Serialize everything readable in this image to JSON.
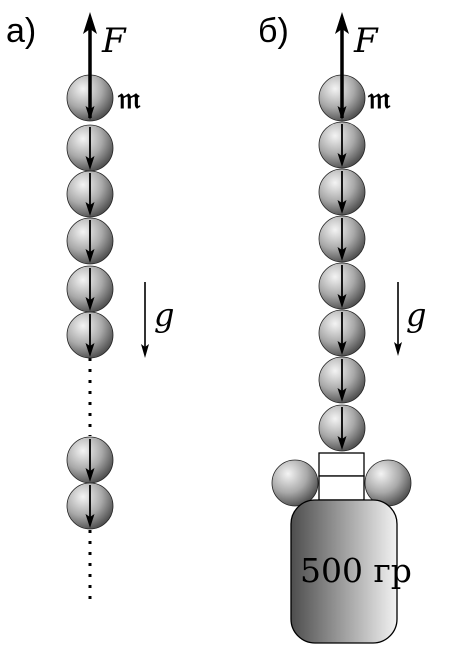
{
  "panel_a": {
    "label": "a)",
    "force_label": "F",
    "mass_label": "𝔪",
    "gravity_label": "g"
  },
  "panel_b": {
    "label": "б)",
    "force_label": "F",
    "mass_label": "𝔪",
    "gravity_label": "g",
    "weight_label": "500 гр"
  },
  "colors": {
    "ink": "#000000",
    "ball_light": "#eeeeee",
    "ball_dark": "#555555"
  }
}
